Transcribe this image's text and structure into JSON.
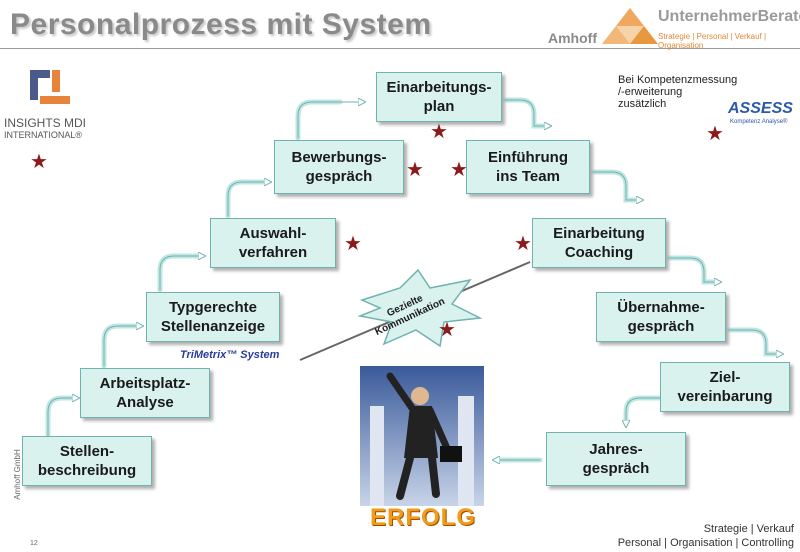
{
  "title": "Personalprozess mit System",
  "brand": {
    "amhoff": "Amhoff",
    "name": "UnternehmerBerater",
    "tagline": "Strategie | Personal | Verkauf | Organisation"
  },
  "insights": {
    "name": "INSIGHTS MDI",
    "name2": "INTERNATIONAL®"
  },
  "assess": {
    "note1": "Bei Kompetenzmessung",
    "note2": "/-erweiterung",
    "note3": "zusätzlich",
    "logo": "ASSESS",
    "sub": "Kompetenz Analyse®"
  },
  "trimetrix": "TriMetrix™ System",
  "callout": {
    "line1": "Gezielte",
    "line2": "Kommunikation"
  },
  "erfolg": "ERFOLG",
  "side_text": "Amhoff GmbH",
  "page_number": "12",
  "footer": {
    "line1": "Strategie  | Verkauf",
    "line2": "Personal |  Organisation  | Controlling"
  },
  "steps": [
    "Stellen-\nbeschreibung",
    "Arbeitsplatz-\nAnalyse",
    "Typgerechte\nStellenanzeige",
    "Auswahl-\nverfahren",
    "Bewerbungs-\ngespräch",
    "Einarbeitungs-\nplan",
    "Einführung\nins Team",
    "Einarbeitung\nCoaching",
    "Übernahme-\ngespräch",
    "Ziel-\nvereinbarung",
    "Jahres-\ngespräch"
  ],
  "colors": {
    "box_fill": "#d9f2ee",
    "box_border": "#6fb3b0",
    "star": "#8b1a1a",
    "erfolg": "#f29a1a"
  }
}
